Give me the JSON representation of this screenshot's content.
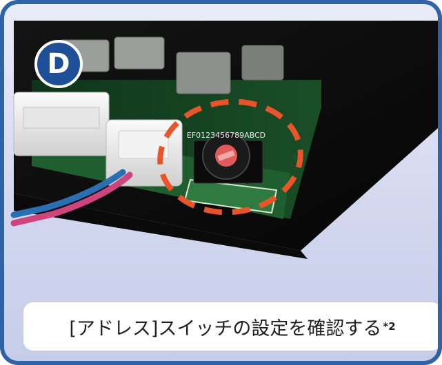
{
  "badge": {
    "letter": "D"
  },
  "switch": {
    "dial_characters": "EF0123456789ABCD"
  },
  "caption": {
    "text": "[アドレス]スイッチの設定を確認する",
    "footnote": "*2"
  },
  "colors": {
    "frame": "#2f63a8",
    "badge": "#1f4f96",
    "highlight_dashes": "#e8552a",
    "pcb": "#1d5a2c"
  },
  "icons": [
    "dashed-highlight-ellipse"
  ]
}
